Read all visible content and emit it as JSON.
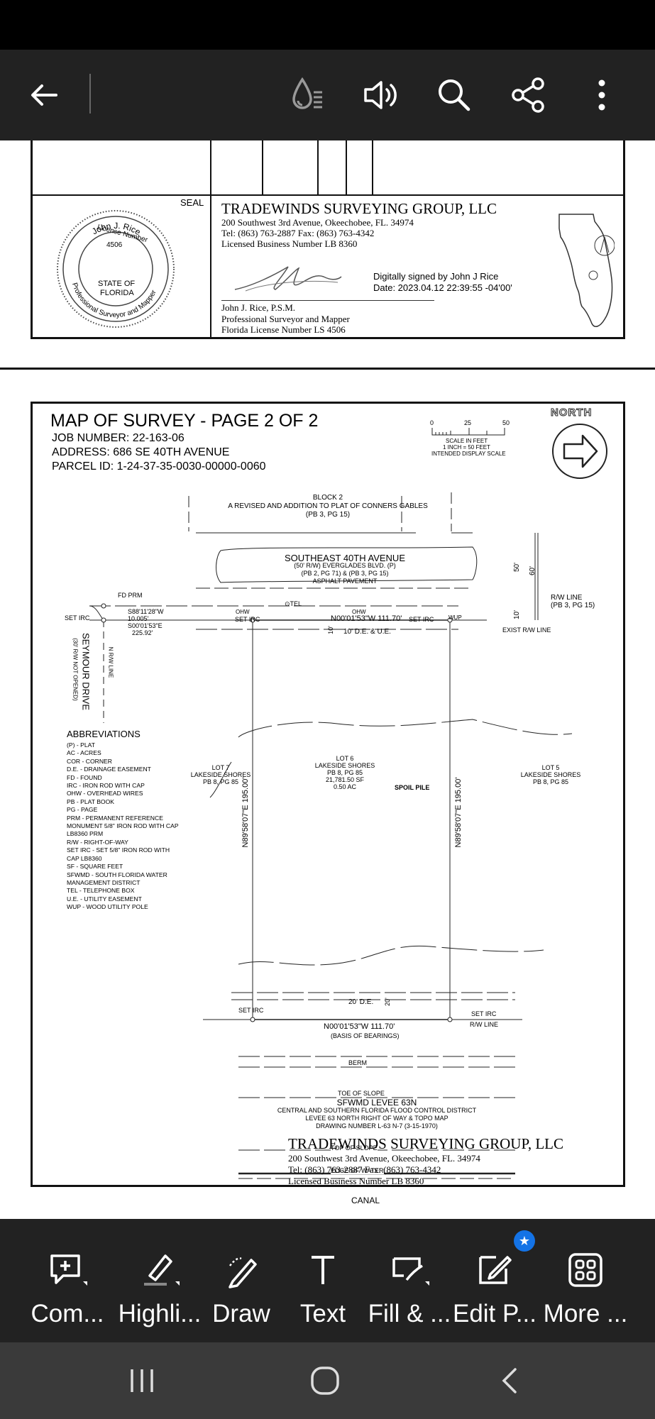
{
  "toolbar": {
    "back_icon": "arrow-left-icon",
    "icons": [
      "liquid-mode-icon",
      "read-aloud-icon",
      "search-icon",
      "share-icon",
      "more-vertical-icon"
    ]
  },
  "page1": {
    "seal_title": "SEAL",
    "seal": {
      "name": "John J. Rice",
      "license_label": "License Number",
      "license_number": "4506",
      "state_line1": "STATE OF",
      "state_line2": "FLORIDA",
      "profession": "Professional Surveyor and Mapper"
    },
    "company": "TRADEWINDS SURVEYING GROUP, LLC",
    "address": "200 Southwest 3rd Avenue, Okeechobee, FL. 34974",
    "phone": "Tel: (863) 763-2887 Fax: (863) 763-4342",
    "license": "Licensed Business Number LB 8360",
    "signed_by": "Digitally signed by John J Rice",
    "signed_date": "Date: 2023.04.12 22:39:55 -04'00'",
    "signer_name": "John J. Rice, P.S.M.",
    "signer_title": "Professional Surveyor and Mapper",
    "signer_license": "Florida License Number LS 4506"
  },
  "page2": {
    "title": "MAP OF SURVEY - PAGE 2 OF 2",
    "job": "JOB NUMBER: 22-163-06",
    "address": "ADDRESS: 686 SE 40TH AVENUE",
    "parcel": "PARCEL ID: 1-24-37-35-0030-00000-0060",
    "scale": {
      "t0": "0",
      "t25": "25",
      "t50": "50",
      "l1": "SCALE IN FEET",
      "l2": "1 INCH = 50 FEET",
      "l3": "INTENDED DISPLAY SCALE"
    },
    "north": "NORTH",
    "block": [
      "BLOCK 2",
      "A REVISED AND ADDITION TO PLAT OF CONNERS GABLES",
      "(PB 3, PG 15)"
    ],
    "road": [
      "SOUTHEAST 40TH AVENUE",
      "(50' R/W) EVERGLADES BLVD. (P)",
      "(PB 2, PG 71) & (PB 3, PG 15)",
      "ASPHALT PAVEMENT"
    ],
    "dim50": "50'",
    "dim60": "60'",
    "dim10": "10'",
    "rw_line": [
      "R/W LINE",
      "(PB 3, PG 15)"
    ],
    "fd_prm": "FD PRM",
    "set_irc": "SET IRC",
    "bearing1": "S88'11'28\"W",
    "dist1": "10.005'",
    "bearing2": "S00'01'53\"E",
    "dist2": "225.92'",
    "tel": "⊙TEL",
    "ohw": "OHW",
    "wup": "WUP",
    "north_line": "N00'01'53\"W 111.70'",
    "exist_rw": "EXIST R/W LINE",
    "de_top": "10' D.E. & U.E.",
    "ten": "10'",
    "seymour": [
      "SEYMOUR DRIVE",
      "(30' R/W NOT OPENED)"
    ],
    "n_rw": "N R/W LINE",
    "abbrev_title": "ABBREVIATIONS",
    "abbrev": [
      "(P) - PLAT",
      "AC - ACRES",
      "COR - CORNER",
      "D.E. - DRAINAGE EASEMENT",
      "FD - FOUND",
      "IRC - IRON ROD WITH CAP",
      "OHW - OVERHEAD WIRES",
      "PB - PLAT BOOK",
      "PG - PAGE",
      "PRM - PERMANENT REFERENCE",
      "MONUMENT 5/8\" IRON ROD WITH CAP",
      "LB8360 PRM",
      "R/W - RIGHT-OF-WAY",
      "SET IRC - SET 5/8\" IRON ROD WITH",
      "CAP LB8360",
      "SF - SQUARE FEET",
      "SFWMD - SOUTH FLORIDA WATER",
      "MANAGEMENT DISTRICT",
      "TEL - TELEPHONE BOX",
      "U.E. - UTILITY EASEMENT",
      "WUP - WOOD UTILITY POLE"
    ],
    "lot7": [
      "LOT 7",
      "LAKESIDE SHORES",
      "PB 8, PG 85"
    ],
    "lot6": [
      "LOT 6",
      "LAKESIDE SHORES",
      "PB 8, PG 85",
      "21,781.50 SF",
      "0.50 AC"
    ],
    "lot5": [
      "LOT 5",
      "LAKESIDE SHORES",
      "PB 8, PG 85"
    ],
    "spoil": "SPOIL PILE",
    "west_side": "N89'58'07\"E 195.00'",
    "east_side": "N89'58'07\"E 195.00'",
    "de_bottom": "20' D.E.",
    "twenty": "20'",
    "south_line": "N00'01'53\"W 111.70'",
    "basis": "(BASIS OF BEARINGS)",
    "rw_line2": "R/W LINE",
    "berm": "BERM",
    "toe": "TOE OF SLOPE",
    "levee": [
      "SFWMD LEVEE 63N",
      "CENTRAL AND SOUTHERN FLORIDA FLOOD CONTROL DISTRICT",
      "LEVEE 63 NORTH RIGHT OF WAY & TOPO MAP",
      "DRAWING NUMBER L-63 N-7 (3-15-1970)"
    ],
    "top_slope": "TOP OF SLOPE",
    "edge_water": "EDGE OF WATER",
    "canal": "CANAL",
    "company": "TRADEWINDS SURVEYING GROUP, LLC",
    "addr": "200 Southwest 3rd Avenue, Okeechobee, FL. 34974",
    "phone": "Tel: (863) 763-2887 Fax: (863) 763-4342",
    "lic": "Licensed Business Number LB 8360"
  },
  "bottom_tools": [
    {
      "label": "Com...",
      "icon": "comment-icon"
    },
    {
      "label": "Highli...",
      "icon": "highlighter-icon"
    },
    {
      "label": "Draw",
      "icon": "draw-pen-icon"
    },
    {
      "label": "Text",
      "icon": "text-icon"
    },
    {
      "label": "Fill & ...",
      "icon": "fill-sign-icon"
    },
    {
      "label": "Edit P...",
      "icon": "edit-pdf-icon"
    },
    {
      "label": "More ...",
      "icon": "more-grid-icon"
    }
  ],
  "nav": [
    "recent-apps-icon",
    "home-icon",
    "back-nav-icon"
  ]
}
